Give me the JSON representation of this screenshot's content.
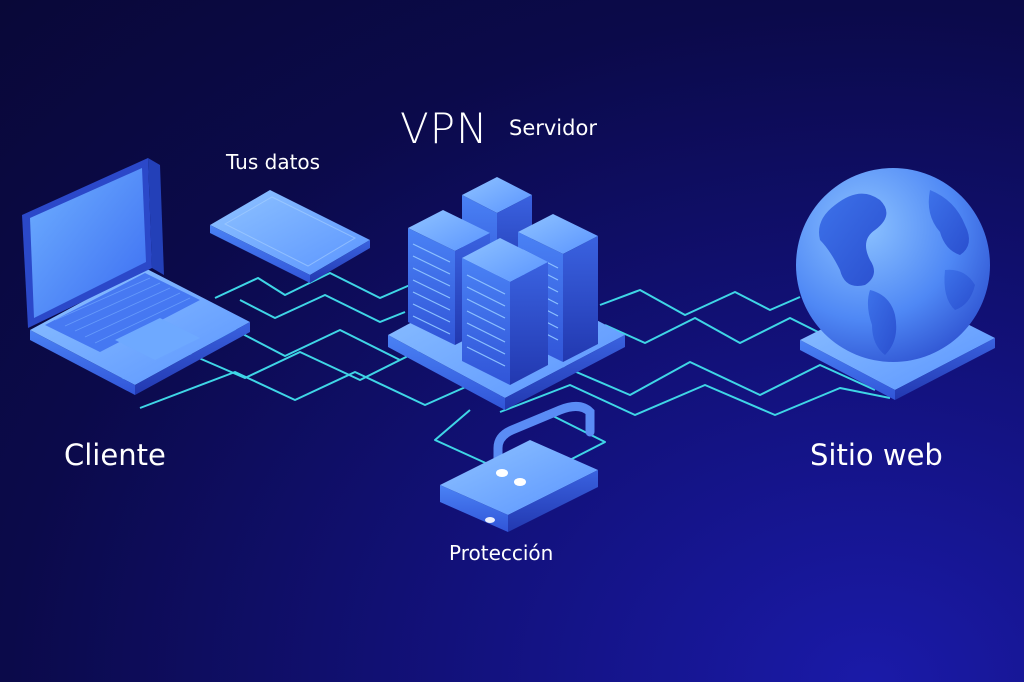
{
  "labels": {
    "vpn_main": "VPN",
    "vpn_sub": "Servidor",
    "data": "Tus datos",
    "client": "Cliente",
    "site": "Sitio web",
    "protection": "Protección"
  },
  "colors": {
    "background": "#0b0a42",
    "wire": "#3fd6e6",
    "device_light": "#5a9cff",
    "device_mid": "#3a6df0",
    "device_dark": "#2341c2"
  }
}
